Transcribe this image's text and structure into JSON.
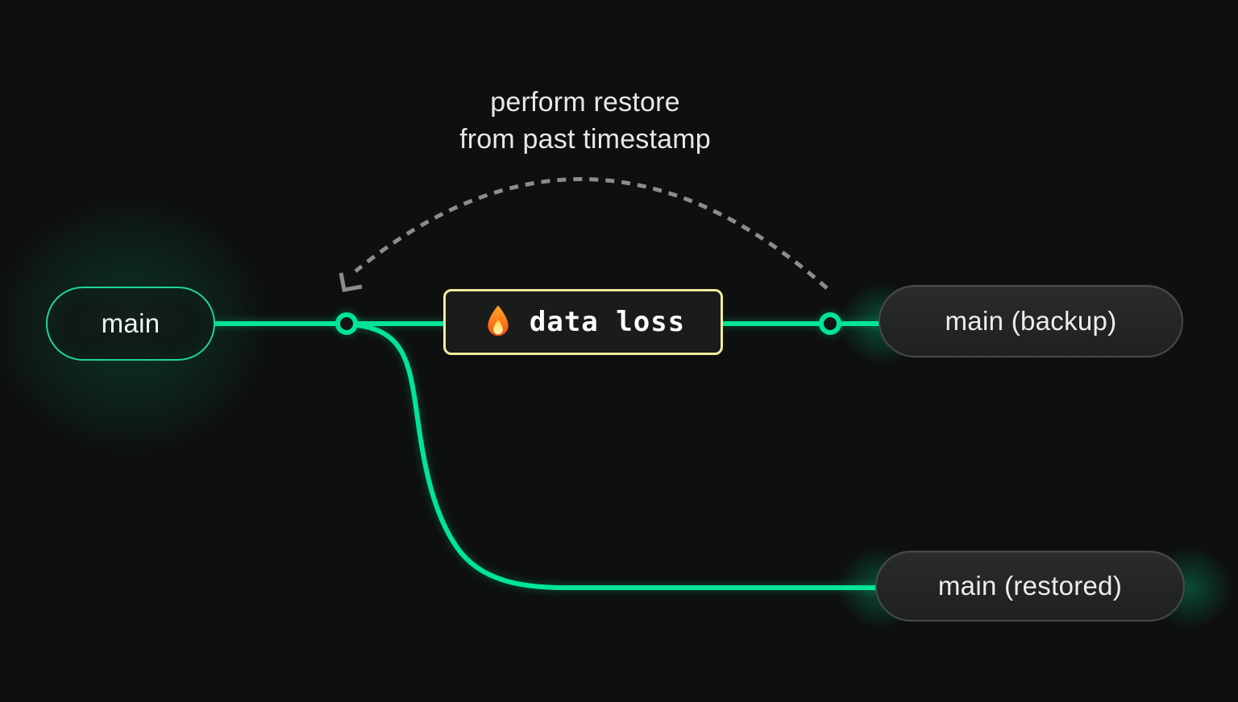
{
  "canvas": {
    "background": "#0e100f",
    "accent_green": "#00e599",
    "accent_yellow": "#f0eb9d",
    "dash_gray": "#8c8c8c"
  },
  "annotation": {
    "line1": "perform restore",
    "line2": "from past timestamp"
  },
  "nodes": {
    "main": {
      "label": "main"
    },
    "backup": {
      "label": "main (backup)"
    },
    "restored": {
      "label": "main (restored)"
    },
    "data_loss": {
      "label": "data loss",
      "icon": "fire-icon"
    }
  }
}
